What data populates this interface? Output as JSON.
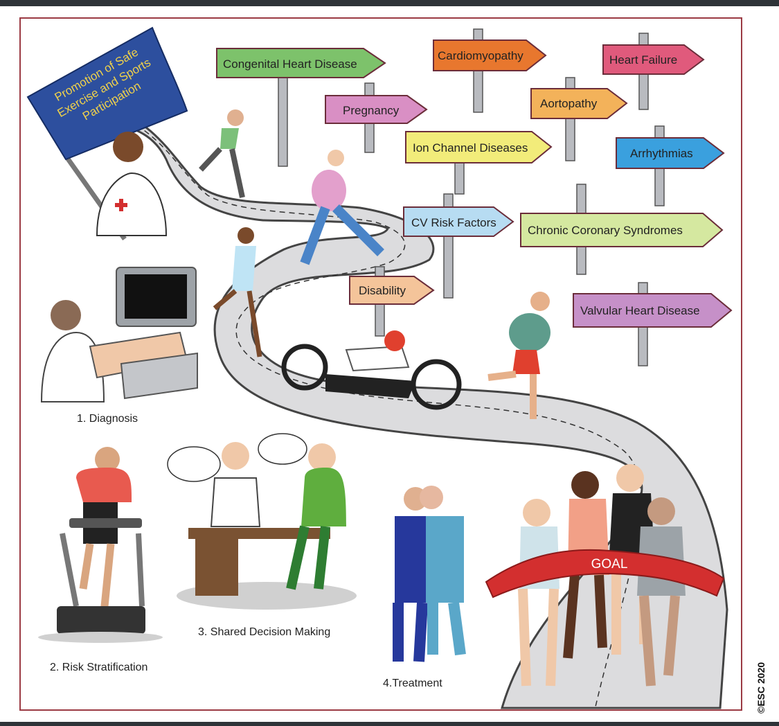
{
  "banner": {
    "lines": [
      "Promotion of Safe",
      "Exercise and Sports",
      "Participation"
    ]
  },
  "signs": [
    {
      "id": "congenital",
      "label": "Congenital Heart Disease",
      "color": "#7dc26b"
    },
    {
      "id": "pregnancy",
      "label": "Pregnancy",
      "color": "#d98fc4"
    },
    {
      "id": "cardiomyopathy",
      "label": "Cardiomyopathy",
      "color": "#e8772e"
    },
    {
      "id": "heart-failure",
      "label": "Heart Failure",
      "color": "#e05a7c"
    },
    {
      "id": "aortopathy",
      "label": "Aortopathy",
      "color": "#f3b25a"
    },
    {
      "id": "ion-channel",
      "label": "Ion Channel Diseases",
      "color": "#f2ec7a"
    },
    {
      "id": "arrhythmias",
      "label": "Arrhythmias",
      "color": "#3aa0de"
    },
    {
      "id": "cv-risk",
      "label": "CV Risk Factors",
      "color": "#b7dcf2"
    },
    {
      "id": "chronic-coronary",
      "label": "Chronic Coronary Syndromes",
      "color": "#d5e8a0"
    },
    {
      "id": "disability",
      "label": "Disability",
      "color": "#f4c49a"
    },
    {
      "id": "valvular",
      "label": "Valvular Heart Disease",
      "color": "#c690c8"
    }
  ],
  "steps": {
    "diagnosis": "1. Diagnosis",
    "risk": "2. Risk Stratification",
    "shared": "3. Shared Decision Making",
    "treatment": "4.Treatment"
  },
  "goal": "GOAL",
  "copyright": "©ESC 2020",
  "colors": {
    "frame": "#9b3a43",
    "road": "#dcdcde",
    "banner": "#2d4f9e",
    "goal_ribbon": "#d32f2f"
  }
}
